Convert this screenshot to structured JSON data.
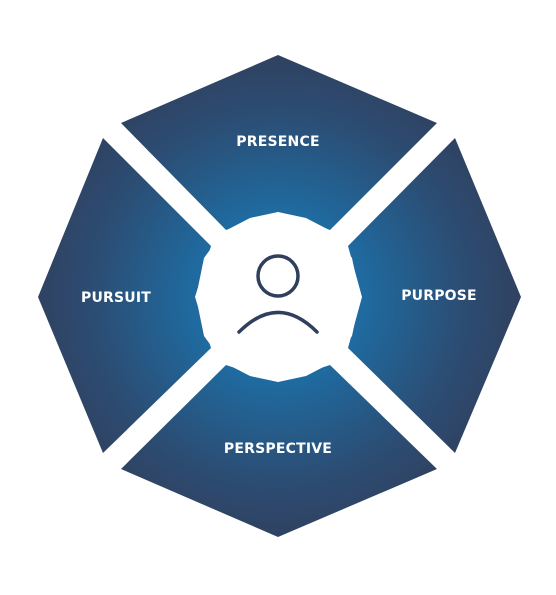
{
  "diagram": {
    "segments": {
      "top": "PRESENCE",
      "right": "PURPOSE",
      "bottom": "PERSPECTIVE",
      "left": "PURSUIT"
    },
    "center_icon": "person-icon",
    "colors": {
      "edge": "#2f3f5c",
      "glow": "#1b79b4",
      "hub": "#ffffff",
      "icon_stroke": "#2f3f5c"
    }
  }
}
